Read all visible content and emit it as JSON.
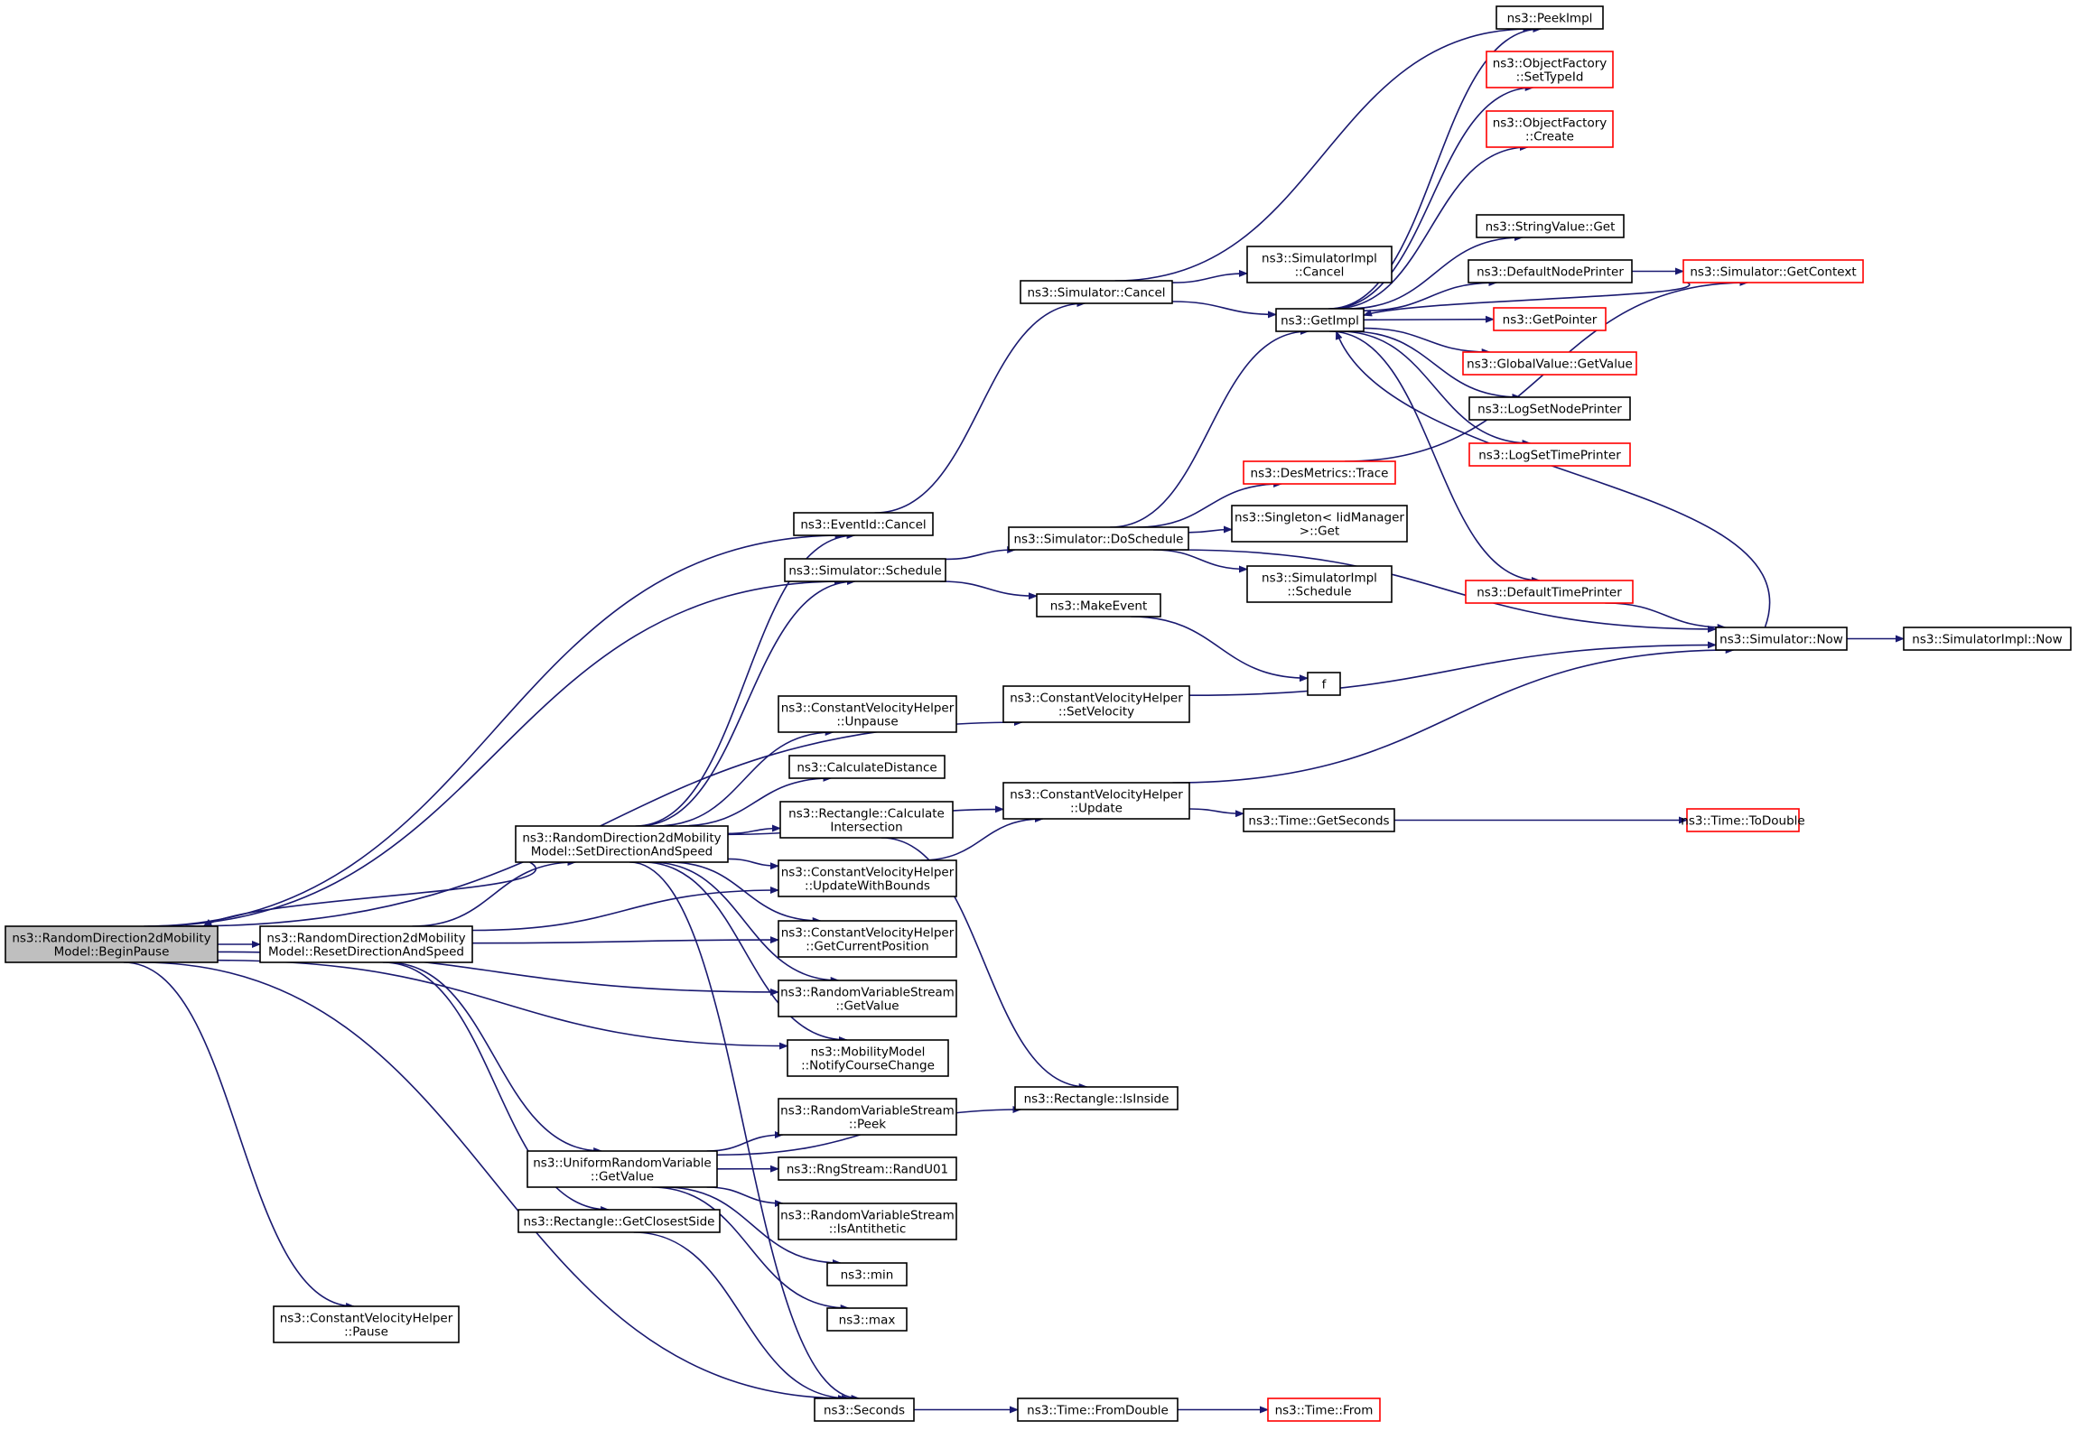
{
  "colors": {
    "edge": "#191970",
    "border_normal": "#000000",
    "border_truncated": "#ff0000",
    "root_fill": "#bfbfbf",
    "node_fill": "#ffffff"
  },
  "nodes": {
    "begin_pause": {
      "lines": [
        "ns3::RandomDirection2dMobility",
        "Model::BeginPause"
      ],
      "kind": "root"
    },
    "reset_dir": {
      "lines": [
        "ns3::RandomDirection2dMobility",
        "Model::ResetDirectionAndSpeed"
      ],
      "kind": "normal"
    },
    "set_dir": {
      "lines": [
        "ns3::RandomDirection2dMobility",
        "Model::SetDirectionAndSpeed"
      ],
      "kind": "normal"
    },
    "uniform_get": {
      "lines": [
        "ns3::UniformRandomVariable",
        "::GetValue"
      ],
      "kind": "normal"
    },
    "closest_side": {
      "lines": [
        "ns3::Rectangle::GetClosestSide"
      ],
      "kind": "normal"
    },
    "cvh_pause": {
      "lines": [
        "ns3::ConstantVelocityHelper",
        "::Pause"
      ],
      "kind": "normal"
    },
    "event_cancel": {
      "lines": [
        "ns3::EventId::Cancel"
      ],
      "kind": "normal"
    },
    "sim_schedule": {
      "lines": [
        "ns3::Simulator::Schedule"
      ],
      "kind": "normal"
    },
    "cvh_unpause": {
      "lines": [
        "ns3::ConstantVelocityHelper",
        "::Unpause"
      ],
      "kind": "normal"
    },
    "calc_distance": {
      "lines": [
        "ns3::CalculateDistance"
      ],
      "kind": "normal"
    },
    "rect_calc_inter": {
      "lines": [
        "ns3::Rectangle::Calculate",
        "Intersection"
      ],
      "kind": "normal"
    },
    "cvh_update_bounds": {
      "lines": [
        "ns3::ConstantVelocityHelper",
        "::UpdateWithBounds"
      ],
      "kind": "normal"
    },
    "cvh_current_pos": {
      "lines": [
        "ns3::ConstantVelocityHelper",
        "::GetCurrentPosition"
      ],
      "kind": "normal"
    },
    "rvs_get": {
      "lines": [
        "ns3::RandomVariableStream",
        "::GetValue"
      ],
      "kind": "normal"
    },
    "mm_notify": {
      "lines": [
        "ns3::MobilityModel",
        "::NotifyCourseChange"
      ],
      "kind": "normal"
    },
    "rvs_peek": {
      "lines": [
        "ns3::RandomVariableStream",
        "::Peek"
      ],
      "kind": "normal"
    },
    "rng_rand": {
      "lines": [
        "ns3::RngStream::RandU01"
      ],
      "kind": "normal"
    },
    "rvs_anti": {
      "lines": [
        "ns3::RandomVariableStream",
        "::IsAntithetic"
      ],
      "kind": "normal"
    },
    "min": {
      "lines": [
        "ns3::min"
      ],
      "kind": "normal"
    },
    "max": {
      "lines": [
        "ns3::max"
      ],
      "kind": "normal"
    },
    "seconds": {
      "lines": [
        "ns3::Seconds"
      ],
      "kind": "normal"
    },
    "sim_cancel": {
      "lines": [
        "ns3::Simulator::Cancel"
      ],
      "kind": "normal"
    },
    "sim_doschedule": {
      "lines": [
        "ns3::Simulator::DoSchedule"
      ],
      "kind": "normal"
    },
    "make_event": {
      "lines": [
        "ns3::MakeEvent"
      ],
      "kind": "normal"
    },
    "cvh_set_vel": {
      "lines": [
        "ns3::ConstantVelocityHelper",
        "::SetVelocity"
      ],
      "kind": "normal"
    },
    "cvh_update": {
      "lines": [
        "ns3::ConstantVelocityHelper",
        "::Update"
      ],
      "kind": "normal"
    },
    "rect_inside": {
      "lines": [
        "ns3::Rectangle::IsInside"
      ],
      "kind": "normal"
    },
    "time_from_double": {
      "lines": [
        "ns3::Time::FromDouble"
      ],
      "kind": "normal"
    },
    "simimpl_cancel": {
      "lines": [
        "ns3::SimulatorImpl",
        "::Cancel"
      ],
      "kind": "normal"
    },
    "get_impl": {
      "lines": [
        "ns3::GetImpl"
      ],
      "kind": "normal"
    },
    "des_trace": {
      "lines": [
        "ns3::DesMetrics::Trace"
      ],
      "kind": "truncated"
    },
    "singleton_get": {
      "lines": [
        "ns3::Singleton< IidManager",
        " >::Get"
      ],
      "kind": "normal"
    },
    "simimpl_schedule": {
      "lines": [
        "ns3::SimulatorImpl",
        "::Schedule"
      ],
      "kind": "normal"
    },
    "f": {
      "lines": [
        "f"
      ],
      "kind": "normal"
    },
    "time_get_seconds": {
      "lines": [
        "ns3::Time::GetSeconds"
      ],
      "kind": "normal"
    },
    "time_from": {
      "lines": [
        "ns3::Time::From"
      ],
      "kind": "truncated"
    },
    "peek_impl": {
      "lines": [
        "ns3::PeekImpl"
      ],
      "kind": "normal"
    },
    "of_settypeid": {
      "lines": [
        "ns3::ObjectFactory",
        "::SetTypeId"
      ],
      "kind": "truncated"
    },
    "of_create": {
      "lines": [
        "ns3::ObjectFactory",
        "::Create"
      ],
      "kind": "truncated"
    },
    "string_get": {
      "lines": [
        "ns3::StringValue::Get"
      ],
      "kind": "normal"
    },
    "default_node_printer": {
      "lines": [
        "ns3::DefaultNodePrinter"
      ],
      "kind": "normal"
    },
    "get_pointer": {
      "lines": [
        "ns3::GetPointer"
      ],
      "kind": "truncated"
    },
    "global_get": {
      "lines": [
        "ns3::GlobalValue::GetValue"
      ],
      "kind": "truncated"
    },
    "log_node_printer": {
      "lines": [
        "ns3::LogSetNodePrinter"
      ],
      "kind": "normal"
    },
    "log_time_printer": {
      "lines": [
        "ns3::LogSetTimePrinter"
      ],
      "kind": "truncated"
    },
    "default_time_printer": {
      "lines": [
        "ns3::DefaultTimePrinter"
      ],
      "kind": "truncated"
    },
    "sim_now": {
      "lines": [
        "ns3::Simulator::Now"
      ],
      "kind": "normal"
    },
    "sim_get_context": {
      "lines": [
        "ns3::Simulator::GetContext"
      ],
      "kind": "truncated"
    },
    "time_to_double": {
      "lines": [
        "ns3::Time::ToDouble"
      ],
      "kind": "truncated"
    },
    "simimpl_now": {
      "lines": [
        "ns3::SimulatorImpl::Now"
      ],
      "kind": "normal"
    }
  },
  "edges": [
    [
      "begin_pause",
      "event_cancel"
    ],
    [
      "begin_pause",
      "sim_schedule"
    ],
    [
      "begin_pause",
      "cvh_set_vel"
    ],
    [
      "begin_pause",
      "reset_dir"
    ],
    [
      "begin_pause",
      "rvs_get"
    ],
    [
      "begin_pause",
      "mm_notify"
    ],
    [
      "begin_pause",
      "cvh_pause"
    ],
    [
      "begin_pause",
      "seconds"
    ],
    [
      "set_dir",
      "begin_pause"
    ],
    [
      "reset_dir",
      "set_dir"
    ],
    [
      "reset_dir",
      "cvh_update_bounds"
    ],
    [
      "reset_dir",
      "cvh_current_pos"
    ],
    [
      "reset_dir",
      "uniform_get"
    ],
    [
      "reset_dir",
      "closest_side"
    ],
    [
      "set_dir",
      "event_cancel"
    ],
    [
      "set_dir",
      "sim_schedule"
    ],
    [
      "set_dir",
      "cvh_update"
    ],
    [
      "set_dir",
      "cvh_unpause"
    ],
    [
      "set_dir",
      "calc_distance"
    ],
    [
      "set_dir",
      "rect_calc_inter"
    ],
    [
      "set_dir",
      "cvh_update_bounds"
    ],
    [
      "set_dir",
      "cvh_current_pos"
    ],
    [
      "set_dir",
      "rvs_get"
    ],
    [
      "set_dir",
      "mm_notify"
    ],
    [
      "set_dir",
      "seconds"
    ],
    [
      "uniform_get",
      "rvs_peek"
    ],
    [
      "uniform_get",
      "rng_rand"
    ],
    [
      "uniform_get",
      "rvs_anti"
    ],
    [
      "uniform_get",
      "min"
    ],
    [
      "uniform_get",
      "max"
    ],
    [
      "uniform_get",
      "rect_inside"
    ],
    [
      "closest_side",
      "seconds"
    ],
    [
      "event_cancel",
      "sim_cancel"
    ],
    [
      "sim_schedule",
      "sim_doschedule"
    ],
    [
      "sim_schedule",
      "make_event"
    ],
    [
      "rect_calc_inter",
      "rect_inside"
    ],
    [
      "cvh_update_bounds",
      "cvh_update"
    ],
    [
      "seconds",
      "time_from_double"
    ],
    [
      "time_from_double",
      "time_from"
    ],
    [
      "sim_cancel",
      "simimpl_cancel"
    ],
    [
      "sim_cancel",
      "get_impl"
    ],
    [
      "sim_cancel",
      "peek_impl"
    ],
    [
      "sim_doschedule",
      "get_impl"
    ],
    [
      "sim_doschedule",
      "des_trace"
    ],
    [
      "sim_doschedule",
      "singleton_get"
    ],
    [
      "sim_doschedule",
      "simimpl_schedule"
    ],
    [
      "sim_doschedule",
      "sim_now"
    ],
    [
      "make_event",
      "f"
    ],
    [
      "cvh_set_vel",
      "sim_now"
    ],
    [
      "cvh_update",
      "sim_now"
    ],
    [
      "cvh_update",
      "time_get_seconds"
    ],
    [
      "time_get_seconds",
      "time_to_double"
    ],
    [
      "get_impl",
      "peek_impl"
    ],
    [
      "get_impl",
      "of_settypeid"
    ],
    [
      "get_impl",
      "of_create"
    ],
    [
      "get_impl",
      "string_get"
    ],
    [
      "get_impl",
      "default_node_printer"
    ],
    [
      "get_impl",
      "get_pointer"
    ],
    [
      "get_impl",
      "global_get"
    ],
    [
      "get_impl",
      "log_node_printer"
    ],
    [
      "get_impl",
      "log_time_printer"
    ],
    [
      "get_impl",
      "default_time_printer"
    ],
    [
      "default_node_printer",
      "sim_get_context"
    ],
    [
      "sim_get_context",
      "get_impl"
    ],
    [
      "des_trace",
      "sim_get_context"
    ],
    [
      "default_time_printer",
      "sim_now"
    ],
    [
      "sim_now",
      "get_impl"
    ],
    [
      "sim_now",
      "simimpl_now"
    ]
  ]
}
